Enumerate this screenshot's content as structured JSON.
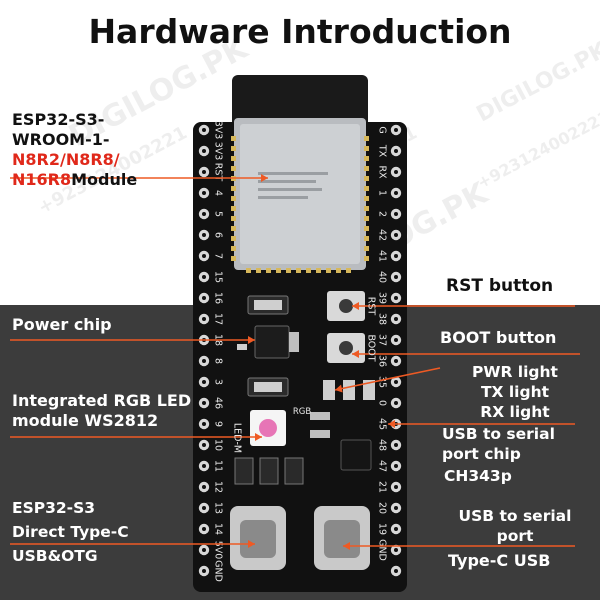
{
  "title": "Hardware Introduction",
  "watermark_text": "DIGILOG.PK",
  "watermark_phone": "+923124002221",
  "colors": {
    "arrow": "#ee5a24",
    "board": "#111111",
    "accent_red": "#e0281a",
    "dark_background": "#3c3c3c"
  },
  "labels": {
    "module": {
      "line1": "ESP32-S3-",
      "line2": "WROOM-1-",
      "line3": "N8R2/N8R8/",
      "line4_red": "N16R8",
      "line4_black": "Module"
    },
    "rst_button": "RST button",
    "power_chip": "Power chip",
    "boot_button": "BOOT button",
    "rgb_led": {
      "line1": "Integrated RGB LED",
      "line2": "module WS2812"
    },
    "lights": {
      "pwr": "PWR light",
      "tx": "TX light",
      "rx": "RX light"
    },
    "usb_serial_chip": {
      "line1": "USB to serial",
      "line2": "port chip"
    },
    "ch343p": "CH343p",
    "direct_typec": {
      "line1": "ESP32-S3",
      "line2": "Direct Type-C",
      "line3": "USB&OTG"
    },
    "usb_serial_port": {
      "line1": "USB to serial",
      "line2": "port"
    },
    "typec_usb": "Type-C USB"
  },
  "silkscreen": {
    "left_top": [
      "3V3",
      "3V3",
      "RST"
    ],
    "left_pins": [
      "4",
      "5",
      "6",
      "7",
      "15",
      "16",
      "17",
      "18",
      "8",
      "3",
      "46",
      "9",
      "10",
      "11",
      "12",
      "13",
      "14",
      "5V0"
    ],
    "left_bottom": "GND",
    "right_top": [
      "G",
      "TX",
      "RX"
    ],
    "right_pins": [
      "1",
      "2",
      "42",
      "41",
      "40",
      "39",
      "38",
      "37",
      "36",
      "35",
      "0",
      "45",
      "48",
      "47",
      "21",
      "20",
      "19"
    ],
    "right_bottom": "GND",
    "rst": "RST",
    "boot": "BOOT",
    "rgb": "RGB",
    "ledm": "LED-M"
  }
}
